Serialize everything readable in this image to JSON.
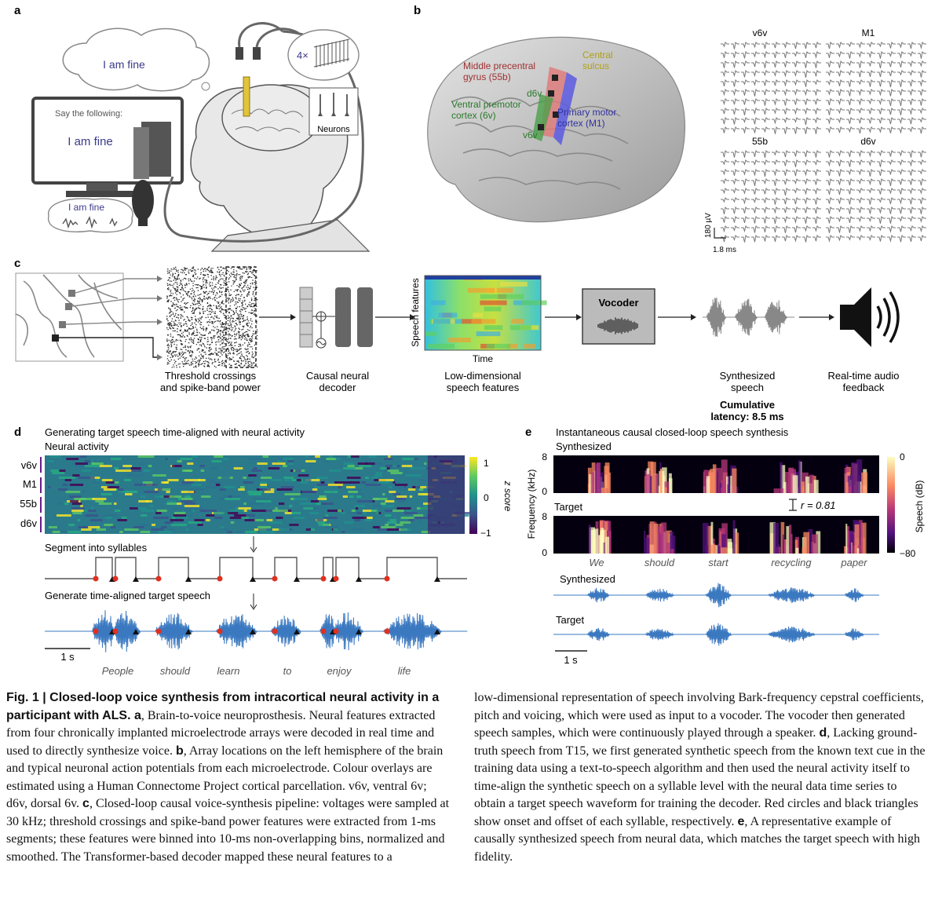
{
  "panels": {
    "a": "a",
    "b": "b",
    "c": "c",
    "d": "d",
    "e": "e"
  },
  "panel_a": {
    "thought_text": "I am fine",
    "screen_prompt": "Say the following:",
    "screen_text": "I am fine",
    "speech_bubble_text": "I am fine",
    "array_count": "4×",
    "neurons_label": "Neurons"
  },
  "panel_b": {
    "brain_labels": {
      "middle_precentral": "Middle precentral\ngyrus (55b)",
      "central_sulcus": "Central\nsulcus",
      "d6v": "d6v",
      "ventral_premotor": "Ventral premotor\ncortex (6v)",
      "v6v": "v6v",
      "primary_motor": "Primary motor\ncortex (M1)"
    },
    "waveform_grid_titles": [
      "v6v",
      "M1",
      "55b",
      "d6v"
    ],
    "scale_voltage": "180 µV",
    "scale_time": "1.8 ms"
  },
  "panel_c": {
    "threshold_label": "Threshold crossings\nand spike-band power",
    "decoder_label": "Causal neural\ndecoder",
    "features_ylabel": "Speech features",
    "features_xlabel": "Time",
    "features_label": "Low-dimensional\nspeech features",
    "vocoder_label": "Vocoder",
    "synth_label": "Synthesized\nspeech",
    "feedback_label": "Real-time audio\nfeedback",
    "latency_label": "Cumulative\nlatency: 8.5 ms"
  },
  "panel_d": {
    "title": "Generating target speech time-aligned with neural activity",
    "neural_label": "Neural activity",
    "row_labels": [
      "v6v",
      "M1",
      "55b",
      "d6v"
    ],
    "colorbar_ticks": [
      "1",
      "0",
      "−1"
    ],
    "colorbar_label": "z score",
    "segment_label": "Segment into syllables",
    "generate_label": "Generate time-aligned target speech",
    "scale_label": "1 s",
    "words": [
      "People",
      "should",
      "learn",
      "to",
      "enjoy",
      "life"
    ]
  },
  "panel_e": {
    "title": "Instantaneous causal closed-loop speech synthesis",
    "synth_label": "Synthesized",
    "target_label": "Target",
    "ylabel": "Frequency (kHz)",
    "yticks": [
      "8",
      "0"
    ],
    "r_label": "r = 0.81",
    "colorbar_ticks": [
      "0",
      "−80"
    ],
    "colorbar_label": "Speech (dB)",
    "words": [
      "We",
      "should",
      "start",
      "recycling",
      "paper"
    ],
    "wave_synth_label": "Synthesized",
    "wave_target_label": "Target",
    "scale_label": "1 s"
  },
  "caption": {
    "lead": "Fig. 1 | Closed-loop voice synthesis from intracortical neural activity in a participant with ALS. a",
    "left_body": ", Brain-to-voice neuroprosthesis. Neural features extracted from four chronically implanted microelectrode arrays were decoded in real time and used to directly synthesize voice. ",
    "b_tag": "b",
    "b_text": ", Array locations on the left hemisphere of the brain and typical neuronal action potentials from each microelectrode. Colour overlays are estimated using a Human Connectome Project cortical parcellation. v6v, ventral 6v; d6v, dorsal 6v. ",
    "c_tag": "c",
    "c_text": ", Closed-loop causal voice-synthesis pipeline: voltages were sampled at 30 kHz; threshold crossings and spike-band power features were extracted from 1-ms segments; these features were binned into 10-ms non-overlapping bins, normalized and smoothed. The Transformer-based decoder mapped these neural features to a",
    "right_a": "low-dimensional representation of speech involving Bark-frequency cepstral coefficients, pitch and voicing, which were used as input to a vocoder. The vocoder then generated speech samples, which were continuously played through a speaker. ",
    "d_tag": "d",
    "d_text": ", Lacking ground-truth speech from T15, we first generated synthetic speech from the known text cue in the training data using a text-to-speech algorithm and then used the neural activity itself to time-align the synthetic speech on a syllable level with the neural data time series to obtain a target speech waveform for training the decoder. Red circles and black triangles show onset and offset of each syllable, respectively. ",
    "e_tag": "e",
    "e_text": ", A representative example of causally synthesized speech from neural data, which matches the target speech with high fidelity."
  }
}
